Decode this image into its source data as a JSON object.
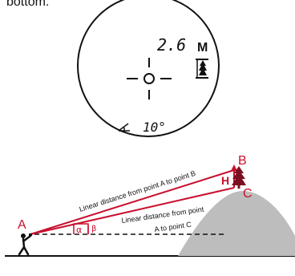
{
  "header": {
    "text_fragment": "bottom."
  },
  "display": {
    "distance_value": "2.6",
    "distance_unit": "M",
    "angle_value": "10°"
  },
  "diagram": {
    "point_a": "A",
    "point_b": "B",
    "point_c": "C",
    "height_label": "H",
    "angle_alpha": "α",
    "angle_beta": "β",
    "line_ab_label": "Linear distance from point A to point B",
    "line_ac_label_line1": "Linear distance from point",
    "line_ac_label_line2": "A to point C"
  },
  "colors": {
    "accent_red": "#c8102e",
    "mountain_gray": "#bdbdbd",
    "ink": "#111111",
    "tree_dark": "#7a1020"
  }
}
